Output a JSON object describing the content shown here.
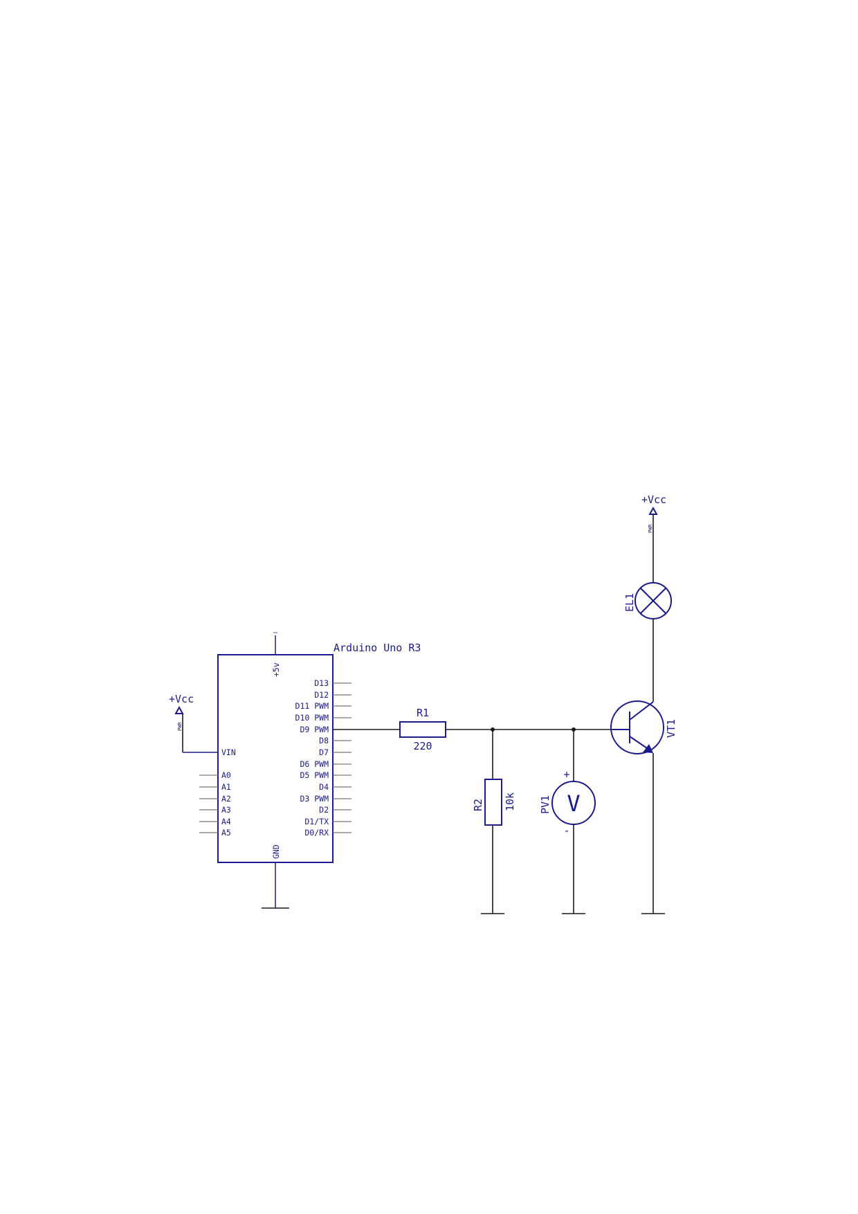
{
  "arduino": {
    "title": "Arduino Uno R3",
    "top_pin": "+5v",
    "bottom_pin": "GND",
    "left_pins": [
      "VIN",
      "A0",
      "A1",
      "A2",
      "A3",
      "A4",
      "A5"
    ],
    "right_pins": [
      "D13",
      "D12",
      "D11 PWM",
      "D10 PWM",
      "D9 PWM",
      "D8",
      "D7",
      "D6 PWM",
      "D5 PWM",
      "D4",
      "D3 PWM",
      "D2",
      "D1/TX",
      "D0/RX"
    ]
  },
  "vcc_left": {
    "label": "+Vcc",
    "tag": "PWR"
  },
  "vcc_right": {
    "label": "+Vcc",
    "tag": "PWR"
  },
  "r1": {
    "ref": "R1",
    "value": "220"
  },
  "r2": {
    "ref": "R2",
    "value": "10k"
  },
  "pv1": {
    "ref": "PV1",
    "plus": "+",
    "minus": "-",
    "symbol": "V"
  },
  "el1": {
    "ref": "EL1"
  },
  "vt1": {
    "ref": "VT1"
  },
  "colors": {
    "component": "#1a1a8c",
    "wire": "#1a1a1a"
  }
}
